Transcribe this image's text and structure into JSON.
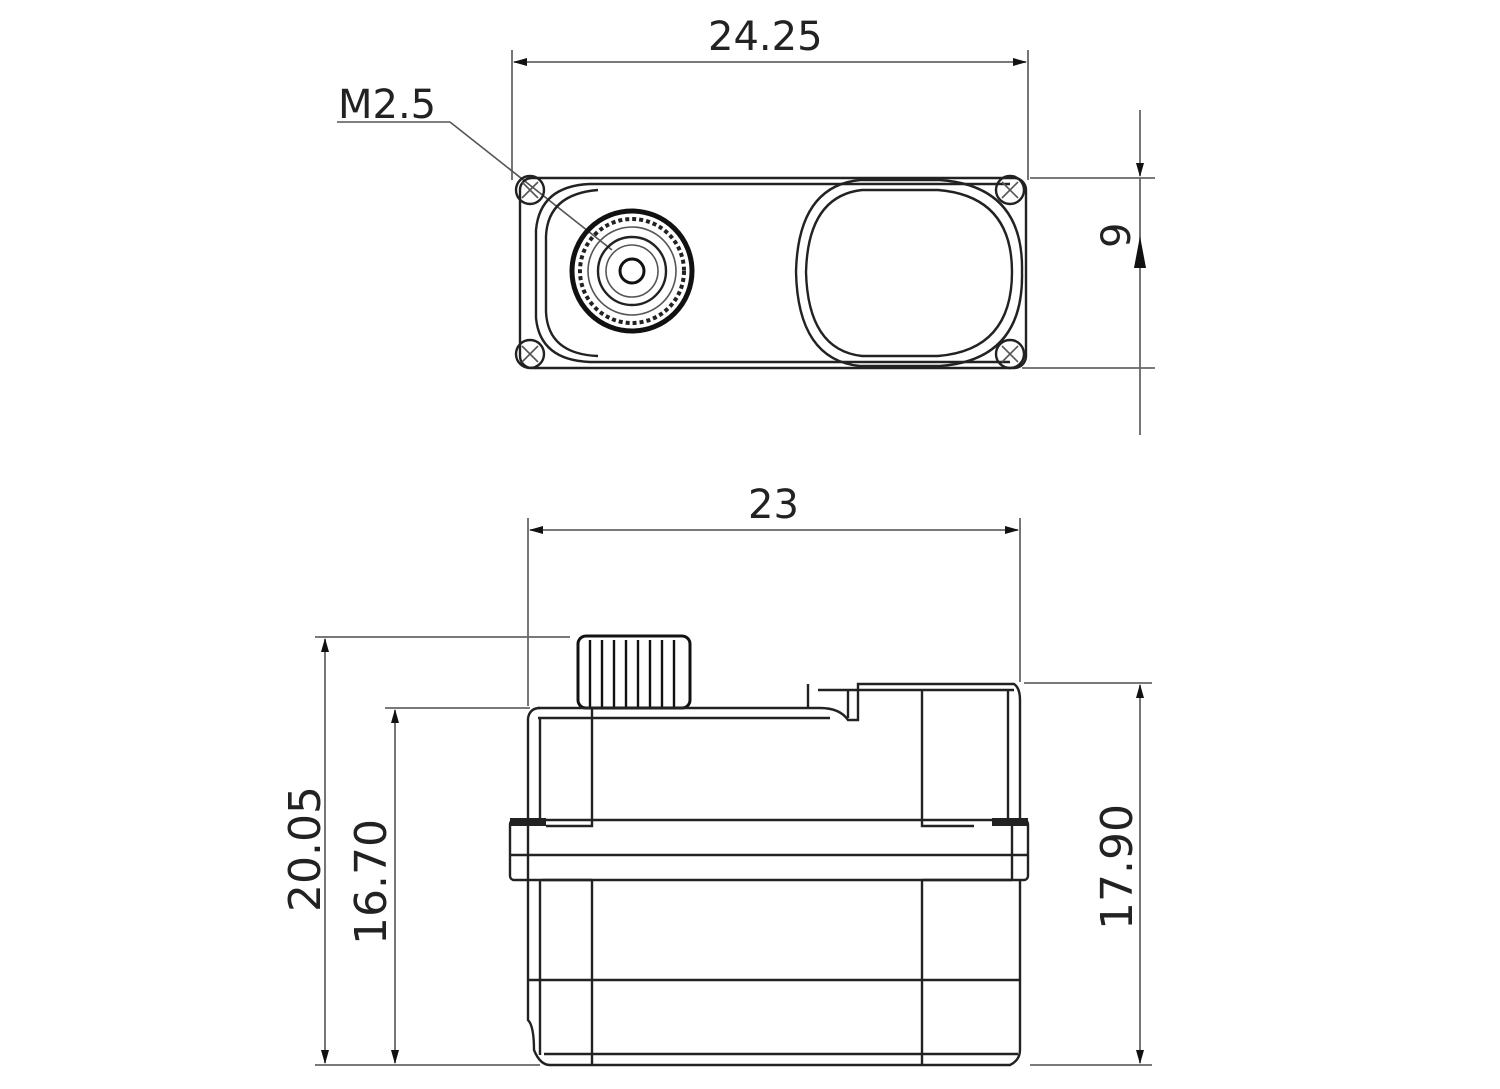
{
  "drawing": {
    "subject": "Servo technical dimension drawing",
    "units": "mm",
    "stroke_color": "#222222",
    "dimension_color": "#666666",
    "background": "#ffffff"
  },
  "top_view": {
    "name": "Top view",
    "dimensions": {
      "overall_length": "24.25",
      "width": "9"
    },
    "callouts": {
      "output_thread": "M2.5"
    },
    "features": [
      "mounting-tab-screws x4",
      "output-spline-gear",
      "case-boss-oval"
    ]
  },
  "front_view": {
    "name": "Front view",
    "dimensions": {
      "body_length": "23",
      "total_height_incl_spline": "20.05",
      "height_to_case_top": "16.70",
      "height_to_boss_top": "17.90"
    },
    "features": [
      "output-spline",
      "mounting-flange",
      "case-body",
      "case-bottom"
    ]
  }
}
